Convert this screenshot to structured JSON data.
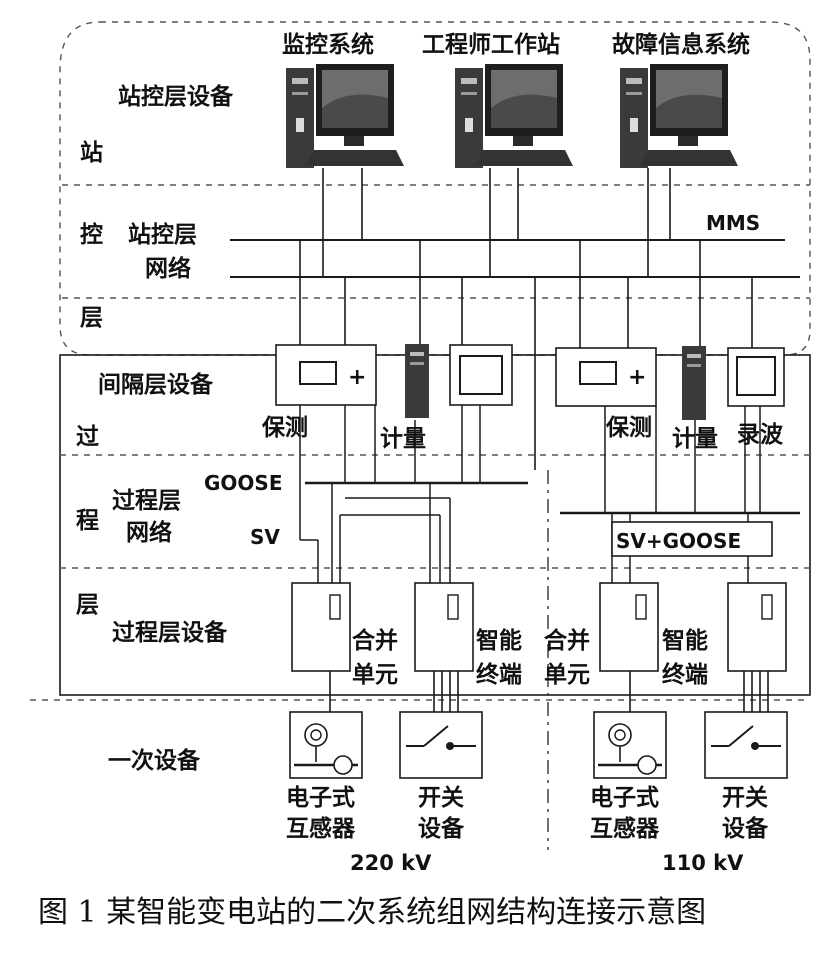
{
  "station_control": {
    "devices_label": "站控层设备",
    "computers": [
      "监控系统",
      "工程师工作站",
      "故障信息系统"
    ],
    "network_label_line1": "站控层",
    "network_label_line2": "网络",
    "mms_label": "MMS",
    "layer_chars": [
      "站",
      "控",
      "层"
    ]
  },
  "bay": {
    "devices_label": "间隔层设备",
    "left_protect": "保测",
    "left_meter": "计量",
    "right_protect": "保测",
    "right_meter": "计量",
    "right_record": "录波"
  },
  "process": {
    "layer_chars": [
      "过",
      "程",
      "层"
    ],
    "network_label_line1": "过程层",
    "network_label_line2": "网络",
    "goose_label": "GOOSE",
    "sv_label": "SV",
    "sv_goose_label": "SV+GOOSE",
    "devices_label": "过程层设备",
    "merge_unit": [
      "合并",
      "单元"
    ],
    "smart_terminal": [
      "智能",
      "终端"
    ]
  },
  "primary": {
    "devices_label": "一次设备",
    "transformer": [
      "电子式",
      "互感器"
    ],
    "switchgear": [
      "开关",
      "设备"
    ]
  },
  "voltage": {
    "left": "220 kV",
    "right": "110 kV"
  },
  "caption": "图 1 某智能变电站的二次系统组网结构连接示意图"
}
